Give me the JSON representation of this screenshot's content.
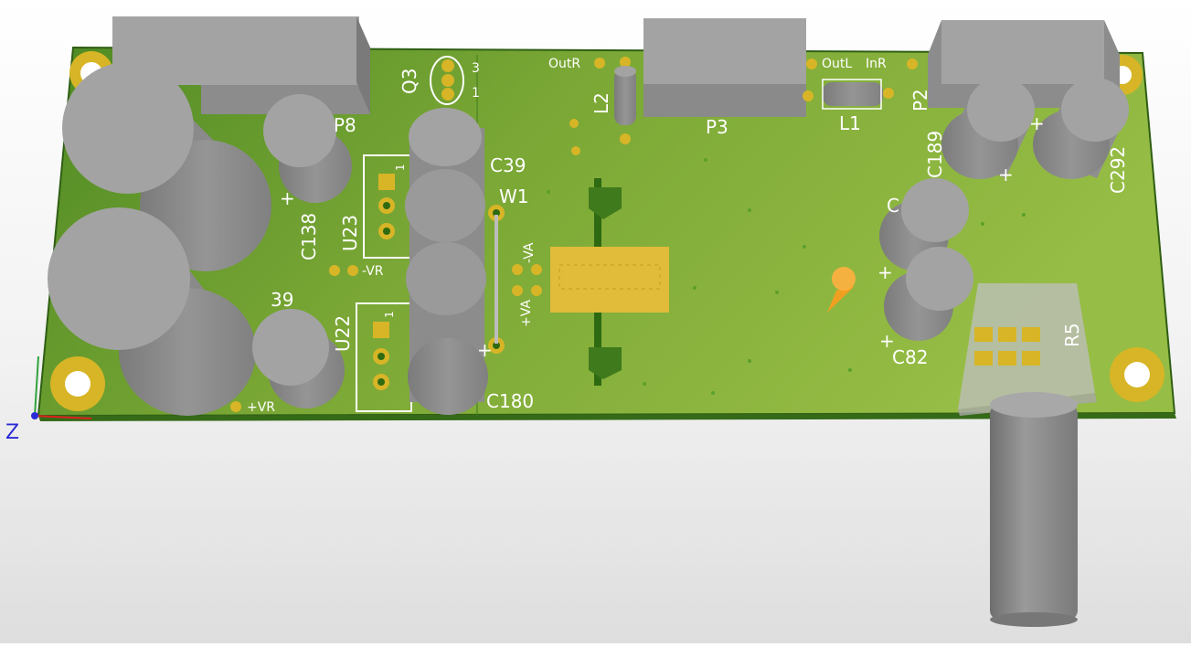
{
  "colors": {
    "board": "#8db33c",
    "board_dark": "#3f7a1c",
    "copper_pad": "#d7b526",
    "component_gray": "#8f8f8f",
    "component_gray_top": "#a3a3a3",
    "silkscreen": "#ffffff",
    "axis_x": "#e0211d",
    "axis_y": "#2ea33a",
    "axis_z": "#2a2ad6"
  },
  "axes": {
    "z_label": "Z"
  },
  "labels": {
    "q3": "Q3",
    "q3_pin3": "3",
    "q3_pin1": "1",
    "p8": "P8",
    "c138": "C138",
    "u23": "U23",
    "u23_pin1": "1",
    "neg_vr": "-VR",
    "c39_left": "39",
    "u22": "U22",
    "u22_pin1": "1",
    "pos_vr": "+VR",
    "c39": "C39",
    "w1": "W1",
    "neg_va": "-VA",
    "pos_va": "+VA",
    "c180": "C180",
    "outr": "OutR",
    "l2": "L2",
    "p3": "P3",
    "outl": "OutL",
    "inr": "InR",
    "l1": "L1",
    "p2": "P2",
    "c189": "C189",
    "c292": "C292",
    "c82": "C82",
    "r5": "R5",
    "c_partial": "C",
    "plus": "+"
  }
}
